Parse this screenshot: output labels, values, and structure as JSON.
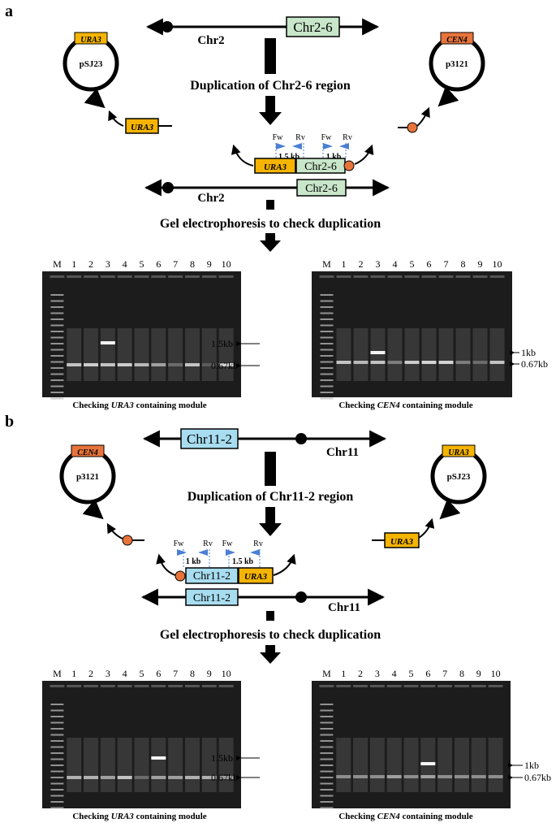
{
  "colors": {
    "ura3_fill": "#f4b400",
    "cen4_fill": "#e8743b",
    "chr2_region_fill": "#c8e6c9",
    "chr11_region_fill": "#a8ddf0",
    "primer_arrow": "#4a7fd4",
    "centromere_dot": "#e8743b",
    "gel_background": "#1c1c1c"
  },
  "panel_a": {
    "label": "a",
    "chr_label": "Chr2",
    "region_label": "Chr2-6",
    "plasmid_left": {
      "name": "pSJ23",
      "marker": "URA3"
    },
    "plasmid_right": {
      "name": "p3121",
      "marker": "CEN4"
    },
    "released_marker": "URA3",
    "step1_title": "Duplication of Chr2-6 region",
    "primer_fw_1": "Fw",
    "primer_rv_1": "Rv",
    "primer_fw_2": "Fw",
    "primer_rv_2": "Rv",
    "product_1": "1.5 kb",
    "product_2": "1 kb",
    "construct_marker": "URA3",
    "construct_region": "Chr2-6",
    "chr_after_label": "Chr2",
    "chr_after_region": "Chr2-6",
    "step2_title": "Gel electrophoresis to check duplication",
    "gel_left": {
      "lanes": [
        "M",
        "1",
        "2",
        "3",
        "4",
        "5",
        "6",
        "7",
        "8",
        "9",
        "10"
      ],
      "size_upper": "1.5kb",
      "size_lower": "0.67kb",
      "caption_pre": "Checking ",
      "caption_gene": "URA3",
      "caption_post": " containing module"
    },
    "gel_right": {
      "lanes": [
        "M",
        "1",
        "2",
        "3",
        "4",
        "5",
        "6",
        "7",
        "8",
        "9",
        "10"
      ],
      "size_upper": "1kb",
      "size_lower": "0.67kb",
      "caption_pre": "Checking ",
      "caption_gene": "CEN4",
      "caption_post": " containing module"
    }
  },
  "panel_b": {
    "label": "b",
    "chr_label": "Chr11",
    "region_label": "Chr11-2",
    "plasmid_left": {
      "name": "p3121",
      "marker": "CEN4"
    },
    "plasmid_right": {
      "name": "pSJ23",
      "marker": "URA3"
    },
    "released_marker": "URA3",
    "step1_title": "Duplication of Chr11-2 region",
    "primer_fw_1": "Fw",
    "primer_rv_1": "Rv",
    "primer_fw_2": "Fw",
    "primer_rv_2": "Rv",
    "product_1": "1 kb",
    "product_2": "1.5 kb",
    "construct_region": "Chr11-2",
    "construct_marker": "URA3",
    "chr_after_label": "Chr11",
    "chr_after_region": "Chr11-2",
    "step2_title": "Gel electrophoresis to check duplication",
    "gel_left": {
      "lanes": [
        "M",
        "1",
        "2",
        "3",
        "4",
        "5",
        "6",
        "7",
        "8",
        "9",
        "10"
      ],
      "size_upper": "1.5kb",
      "size_lower": "0.67kb",
      "caption_pre": "Checking ",
      "caption_gene": "URA3",
      "caption_post": " containing module"
    },
    "gel_right": {
      "lanes": [
        "M",
        "1",
        "2",
        "3",
        "4",
        "5",
        "6",
        "7",
        "8",
        "9",
        "10"
      ],
      "size_upper": "1kb",
      "size_lower": "0.67kb",
      "caption_pre": "Checking ",
      "caption_gene": "CEN4",
      "caption_post": " containing module"
    }
  }
}
